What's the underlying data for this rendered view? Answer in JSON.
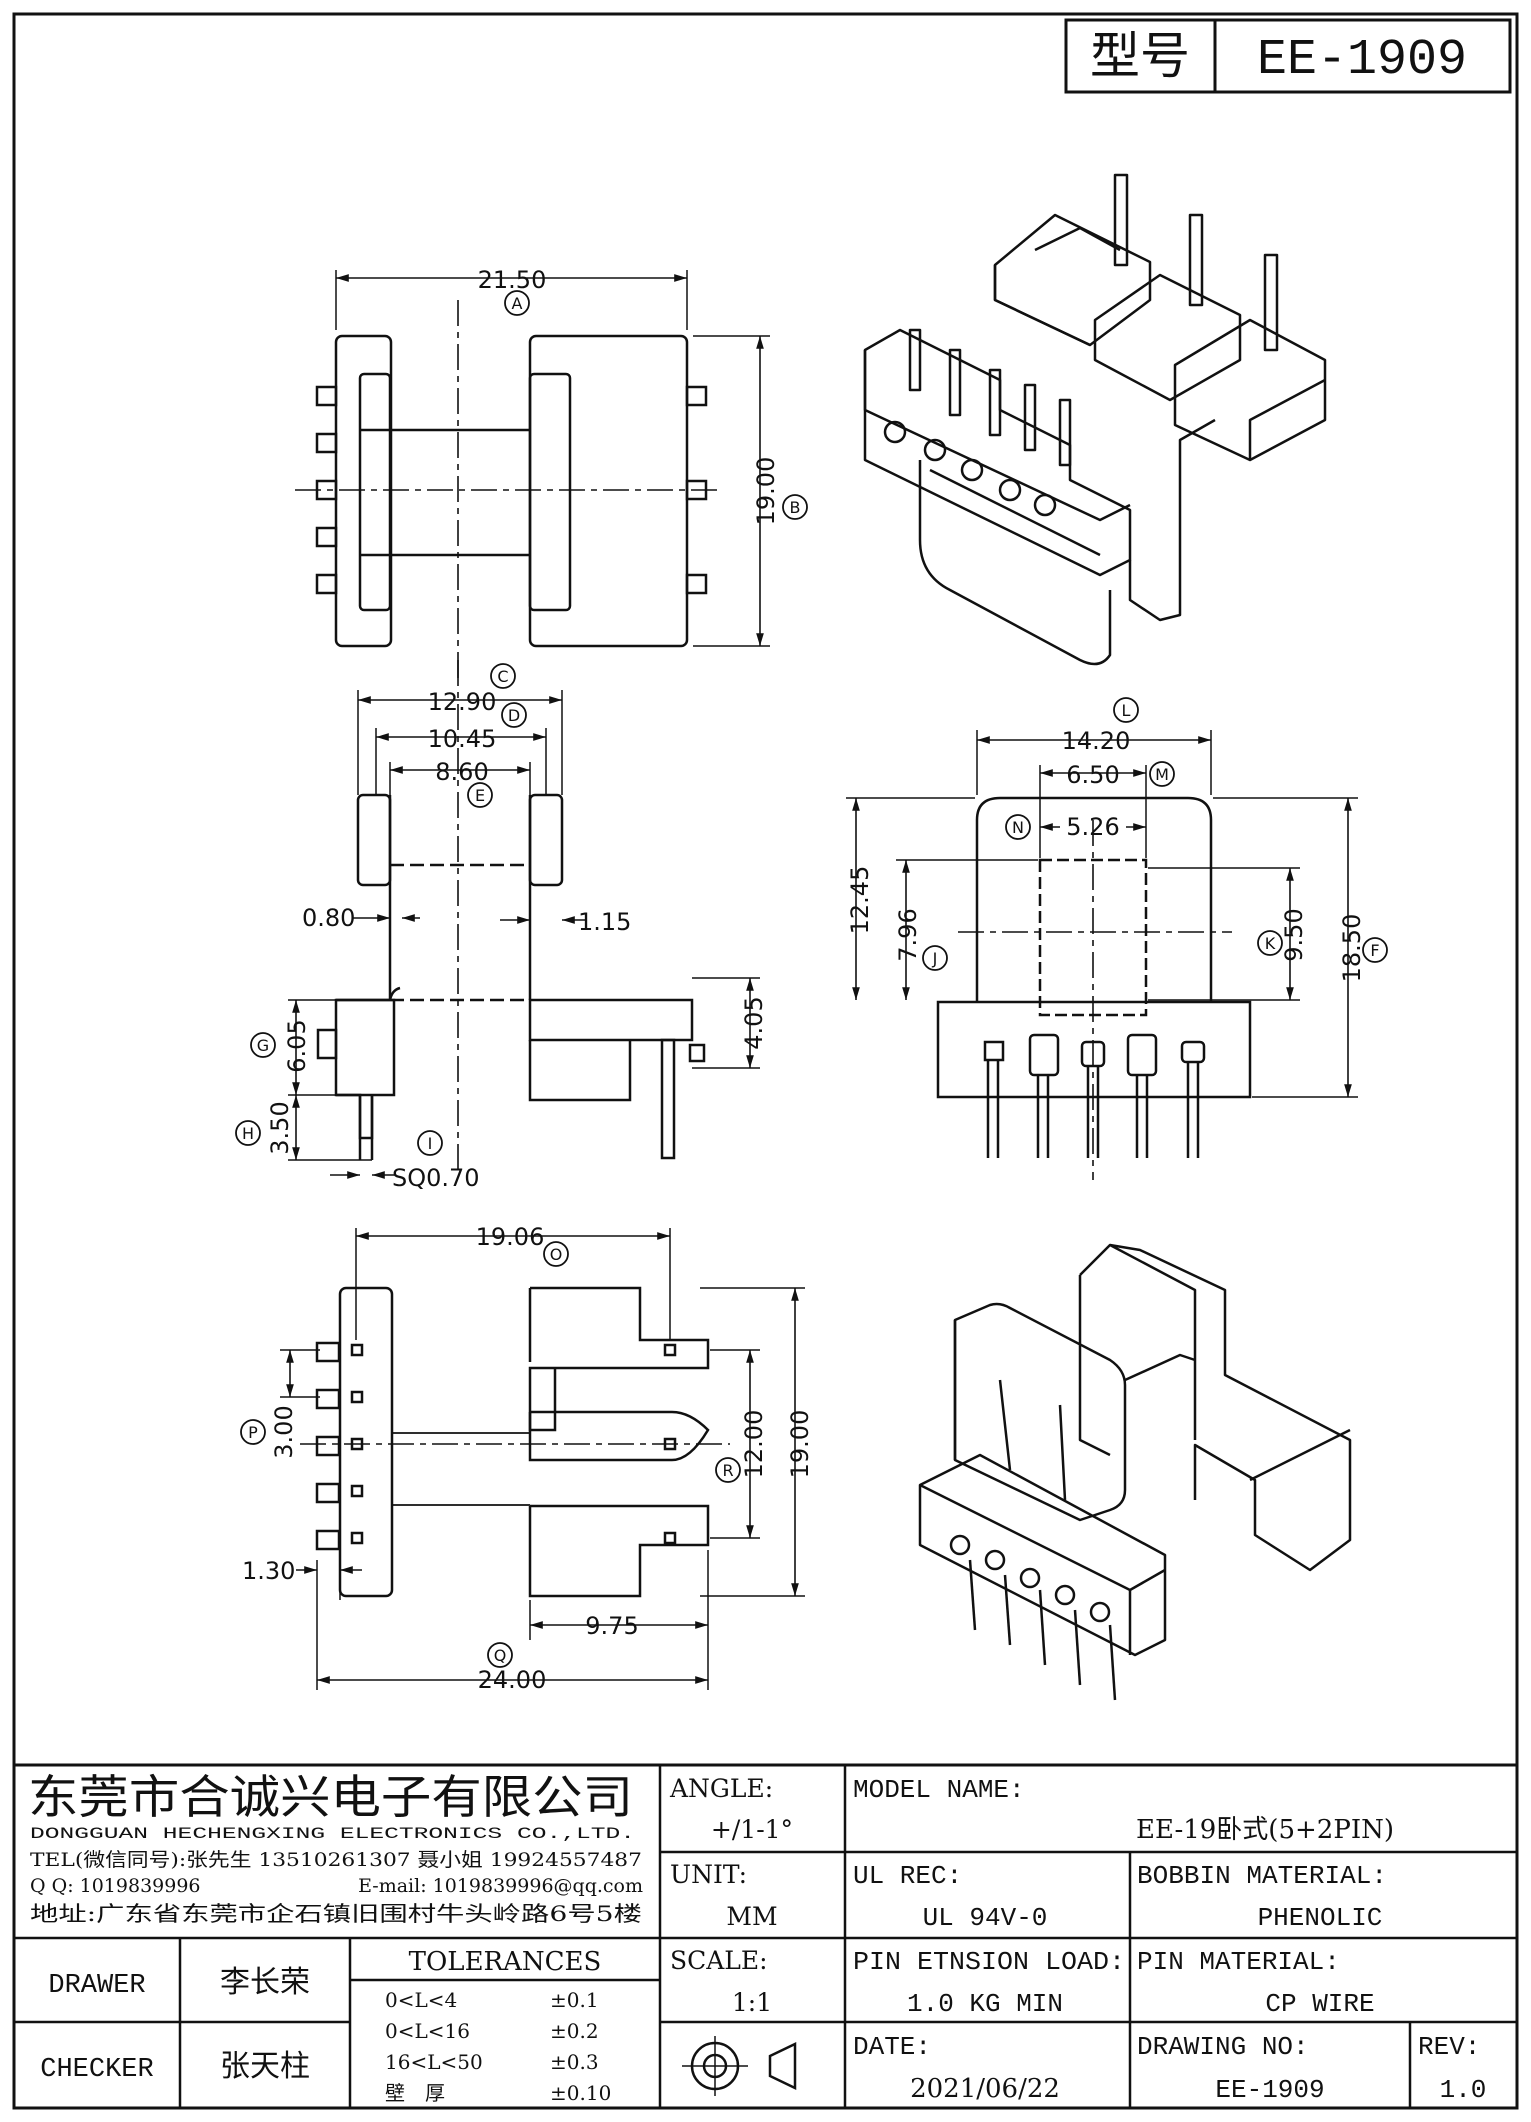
{
  "header": {
    "type_label": "型号",
    "model": "EE-1909"
  },
  "dimensions": {
    "A": "21.50",
    "B": "19.00",
    "C": "12.90",
    "D": "10.45",
    "E": "8.60",
    "side_left": "0.80",
    "side_right": "1.15",
    "G": "6.05",
    "H": "3.50",
    "I": "SQ0.70",
    "base_h": "4.05",
    "L": "14.20",
    "M": "6.50",
    "N": "5.26",
    "height_left": "12.45",
    "J": "7.96",
    "K": "9.50",
    "F": "18.50",
    "O": "19.06",
    "P": "3.00",
    "R": "12.00",
    "total_h": "19.00",
    "pin_off": "1.30",
    "w_975": "9.75",
    "Q": "24.00"
  },
  "callouts": [
    "A",
    "B",
    "C",
    "D",
    "E",
    "G",
    "H",
    "I",
    "L",
    "M",
    "N",
    "J",
    "K",
    "F",
    "O",
    "P",
    "R",
    "Q"
  ],
  "company": {
    "name_cn": "东莞市合诚兴电子有限公司",
    "name_en": "DONGGUAN HECHENGXING ELECTRONICS CO.,LTD.",
    "tel": "TEL(微信同号):张先生 13510261307 聂小姐 19924557487",
    "qq": "Q Q: 1019839996",
    "email": "E-mail: 1019839996@qq.com",
    "address": "地址:广东省东莞市企石镇旧围村牛头岭路6号5楼"
  },
  "title_block": {
    "angle_label": "ANGLE:",
    "angle_value": "+/1-1°",
    "unit_label": "UNIT:",
    "unit_value": "MM",
    "scale_label": "SCALE:",
    "scale_value": "1:1",
    "model_label": "MODEL NAME:",
    "model_value": "EE-19卧式(5+2PIN)",
    "ul_label": "UL REC:",
    "ul_value": "UL 94V-0",
    "bobbin_label": "BOBBIN MATERIAL:",
    "bobbin_value": "PHENOLIC",
    "pin_load_label": "PIN ETNSION LOAD:",
    "pin_load_value": "1.0 KG MIN",
    "pin_mat_label": "PIN MATERIAL:",
    "pin_mat_value": "CP WIRE",
    "date_label": "DATE:",
    "date_value": "2021/06/22",
    "drawing_no_label": "DRAWING NO:",
    "drawing_no_value": "EE-1909",
    "rev_label": "REV:",
    "rev_value": "1.0",
    "drawer_label": "DRAWER",
    "drawer_value": "李长荣",
    "checker_label": "CHECKER",
    "checker_value": "张天柱",
    "tolerances_label": "TOLERANCES",
    "tolerances": [
      {
        "range": "0<L<4",
        "value": "±0.1"
      },
      {
        "range": "0<L<16",
        "value": "±0.2"
      },
      {
        "range": "16<L<50",
        "value": "±0.3"
      },
      {
        "range": "壁　厚",
        "value": "±0.10"
      }
    ]
  }
}
